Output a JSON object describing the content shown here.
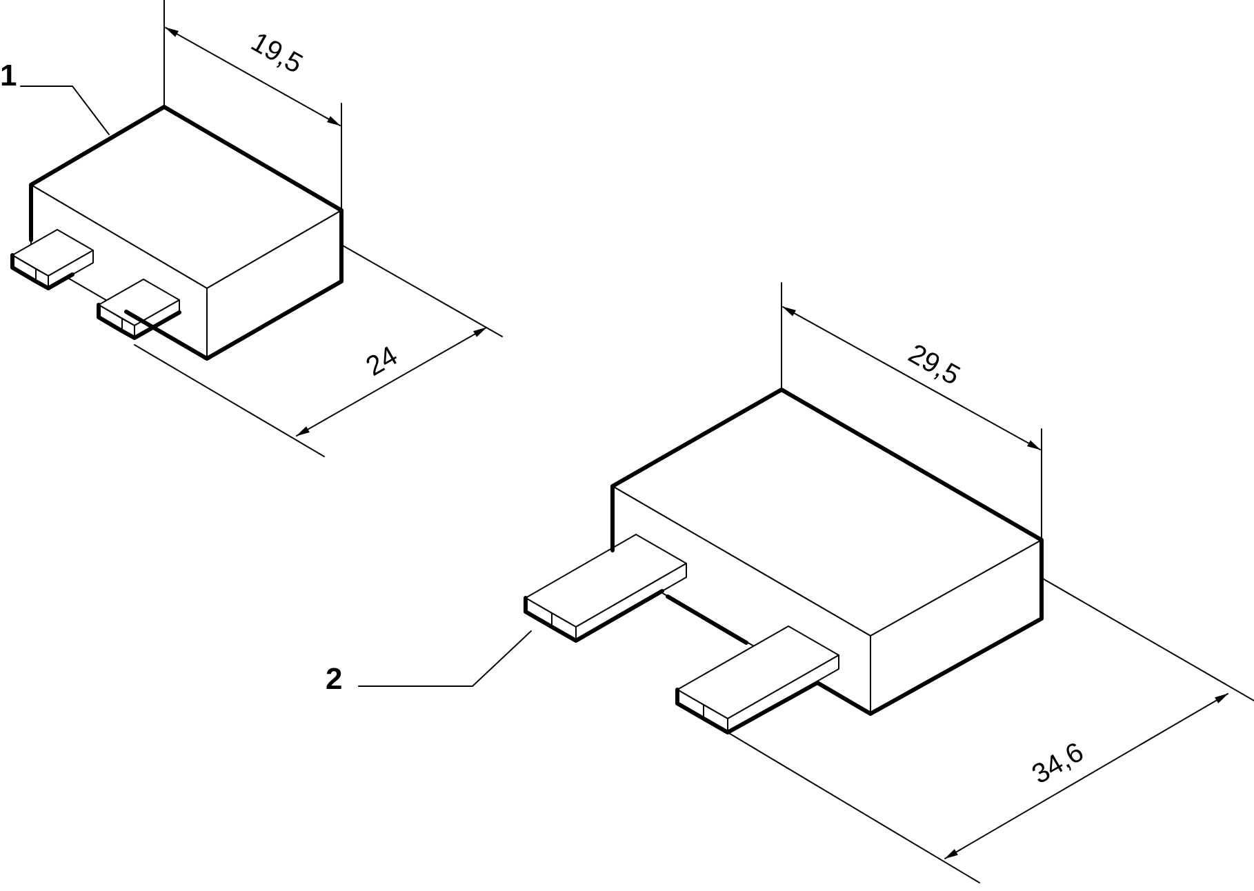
{
  "callouts": {
    "part_small": "1",
    "part_large": "2"
  },
  "dimensions": {
    "small_depth": "19,5",
    "small_width": "24",
    "large_depth": "29,5",
    "large_width": "34,6"
  }
}
